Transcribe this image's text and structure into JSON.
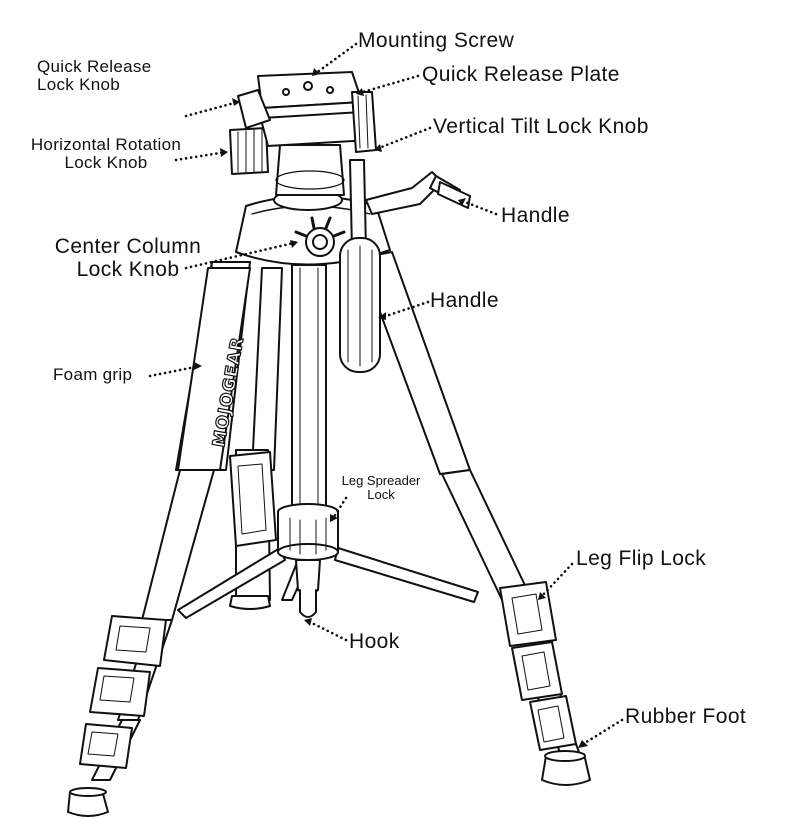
{
  "diagram": {
    "brand": "MOJOGEAR",
    "labels": {
      "mounting_screw": "Mounting Screw",
      "quick_release_plate": "Quick Release Plate",
      "quick_release_lock_knob": [
        "Quick Release",
        "Lock Knob"
      ],
      "horizontal_rotation_lock_knob": [
        "Horizontal Rotation",
        "Lock Knob"
      ],
      "vertical_tilt_lock_knob": "Vertical Tilt Lock Knob",
      "handle_upper": "Handle",
      "center_column_lock_knob": [
        "Center Column",
        "Lock Knob"
      ],
      "handle_lower": "Handle",
      "foam_grip": "Foam grip",
      "leg_spreader_lock": [
        "Leg Spreader",
        "Lock"
      ],
      "leg_flip_lock": "Leg Flip Lock",
      "hook": "Hook",
      "rubber_foot": "Rubber Foot"
    },
    "colors": {
      "line": "#111111",
      "fill": "#ffffff",
      "shade": "#d9d9d9"
    }
  }
}
